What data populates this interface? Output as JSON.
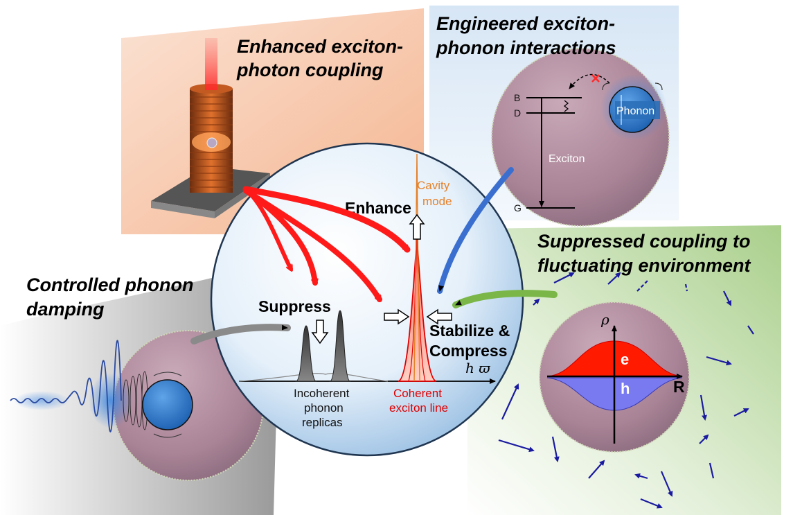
{
  "labels": {
    "enhanced_line1": "Enhanced exciton-",
    "enhanced_line2": "photon coupling",
    "engineered_line1": "Engineered exciton-",
    "engineered_line2": "phonon interactions",
    "suppressed_line1": "Suppressed coupling to",
    "suppressed_line2": "fluctuating environment",
    "controlled_line1": "Controlled phonon",
    "controlled_line2": "damping"
  },
  "center": {
    "enhance": "Enhance",
    "suppress": "Suppress",
    "stabilize_line1": "Stabilize &",
    "stabilize_line2": "Compress",
    "cavity_line1": "Cavity",
    "cavity_line2": "mode",
    "axis_label": "h ϖ",
    "incoherent_line1": "Incoherent",
    "incoherent_line2": "phonon",
    "incoherent_line3": "replicas",
    "coherent_line1": "Coherent",
    "coherent_line2": "exciton line"
  },
  "levels": {
    "b": "B",
    "d": "D",
    "g": "G",
    "exciton": "Exciton",
    "phonon": "Phonon"
  },
  "density_plot": {
    "rho": "ρ",
    "r": "R",
    "e": "e",
    "h": "h"
  },
  "colors": {
    "arrow_red": "#ff1a1a",
    "arrow_blue": "#3a6fd0",
    "arrow_green": "#7ab648",
    "arrow_gray": "#8a8a8a",
    "coherent_red": "#e00000",
    "cavity_orange": "#e5822b",
    "charge_blue": "#1a1aa0"
  }
}
